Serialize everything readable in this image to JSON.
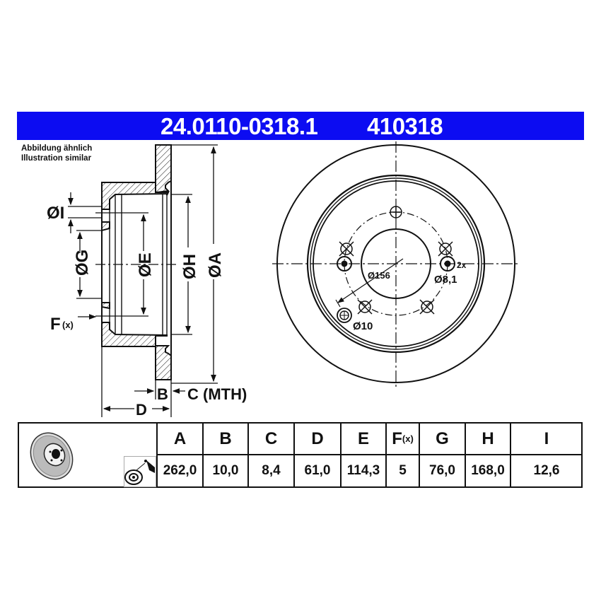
{
  "header": {
    "part_number": "24.0110-0318.1",
    "short_number": "410318",
    "band_color": "#0c0cf2"
  },
  "note": {
    "line1": "Abbildung ähnlich",
    "line2": "Illustration similar"
  },
  "side_view": {
    "labels": {
      "I": "ØI",
      "G": "ØG",
      "E": "ØE",
      "H": "ØH",
      "A": "ØA",
      "F": "F",
      "F_sub": "(x)",
      "B": "B",
      "C": "C (MTH)",
      "D": "D"
    }
  },
  "front_view": {
    "labels": {
      "pcd": "Ø156",
      "hole_count": "2x",
      "hole_dia": "Ø8,1",
      "center_hole": "Ø10"
    }
  },
  "table": {
    "columns": [
      {
        "key": "A",
        "label": "A",
        "value": "262,0"
      },
      {
        "key": "B",
        "label": "B",
        "value": "10,0"
      },
      {
        "key": "C",
        "label": "C",
        "value": "8,4"
      },
      {
        "key": "D",
        "label": "D",
        "value": "61,0"
      },
      {
        "key": "E",
        "label": "E",
        "value": "114,3"
      },
      {
        "key": "F",
        "label": "F",
        "label_sub": "(x)",
        "value": "5"
      },
      {
        "key": "G",
        "label": "G",
        "value": "76,0"
      },
      {
        "key": "H",
        "label": "H",
        "value": "168,0"
      },
      {
        "key": "I",
        "label": "I",
        "value": "12,6"
      }
    ],
    "icons": [
      "brake-disc-icon",
      "cleaning-spray-icon"
    ]
  }
}
